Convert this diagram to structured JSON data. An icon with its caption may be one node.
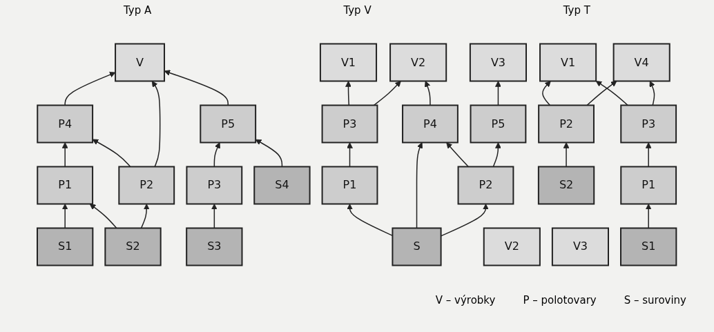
{
  "diagram": {
    "nodes": [
      {
        "text": [
          "V"
        ]
      },
      {
        "text": [
          "P4"
        ]
      },
      {
        "text": [
          "P5"
        ]
      },
      {
        "text": [
          "P1"
        ]
      },
      {
        "text": [
          "P2"
        ]
      },
      {
        "text": [
          "P3"
        ]
      },
      {
        "text": [
          "S1"
        ]
      },
      {
        "text": [
          "S2"
        ]
      },
      {
        "text": [
          "S3"
        ]
      },
      {
        "text": [
          "S4"
        ]
      },
      {
        "text": [
          "V1"
        ]
      },
      {
        "text": [
          "V2"
        ]
      },
      {
        "text": [
          "V3"
        ]
      },
      {
        "text": [
          "P3"
        ]
      },
      {
        "text": [
          "P4"
        ]
      },
      {
        "text": [
          "P5"
        ]
      },
      {
        "text": [
          "P1"
        ]
      },
      {
        "text": [
          "P2"
        ]
      },
      {
        "text": [
          "S"
        ]
      },
      {
        "text": [
          "V1"
        ]
      },
      {
        "text": [
          "V2"
        ]
      },
      {
        "text": [
          "V3"
        ]
      },
      {
        "text": [
          "V4"
        ]
      },
      {
        "text": [
          "P3"
        ]
      },
      {
        "text": [
          "P1"
        ]
      },
      {
        "text": [
          "P2"
        ]
      },
      {
        "text": [
          "S1"
        ]
      },
      {
        "text": [
          "S2"
        ]
      }
    ],
    "edges": [
      {
        "from": 6,
        "to": 3,
        "arrow": "to"
      },
      {
        "from": 7,
        "to": 3,
        "arrow": "to"
      },
      {
        "from": 7,
        "to": 4,
        "arrow": "to"
      },
      {
        "from": 8,
        "to": 5,
        "arrow": "to"
      },
      {
        "from": 3,
        "to": 1,
        "arrow": "to"
      },
      {
        "from": 4,
        "to": 1,
        "arrow": "to"
      },
      {
        "from": 4,
        "to": 0,
        "arrow": "to"
      },
      {
        "from": 5,
        "to": 2,
        "arrow": "to"
      },
      {
        "from": 9,
        "to": 2,
        "arrow": "to"
      },
      {
        "from": 1,
        "to": 0,
        "arrow": "to"
      },
      {
        "from": 2,
        "to": 0,
        "arrow": "to"
      },
      {
        "from": 18,
        "to": 16,
        "arrow": "to"
      },
      {
        "from": 18,
        "to": 14,
        "arrow": "to"
      },
      {
        "from": 18,
        "to": 17,
        "arrow": "to"
      },
      {
        "from": 16,
        "to": 13,
        "arrow": "to"
      },
      {
        "from": 17,
        "to": 14,
        "arrow": "to"
      },
      {
        "from": 17,
        "to": 15,
        "arrow": "to"
      },
      {
        "from": 13,
        "to": 10,
        "arrow": "to"
      },
      {
        "from": 13,
        "to": 11,
        "arrow": "to"
      },
      {
        "from": 14,
        "to": 11,
        "arrow": "to"
      },
      {
        "from": 15,
        "to": 12,
        "arrow": "to"
      },
      {
        "from": 26,
        "to": 24,
        "arrow": "to"
      },
      {
        "from": 27,
        "to": 25,
        "arrow": "to"
      },
      {
        "from": 24,
        "to": 23,
        "arrow": "to"
      },
      {
        "from": 23,
        "to": 19,
        "arrow": "to"
      },
      {
        "from": 23,
        "to": 22,
        "arrow": "to"
      },
      {
        "from": 25,
        "to": 19,
        "arrow": "to"
      },
      {
        "from": 25,
        "to": 22,
        "arrow": "to"
      }
    ],
    "labels": [
      "Typ A",
      "Typ V",
      "Typ T",
      "V – výrobky",
      "P – polotovary",
      "S – suroviny"
    ]
  }
}
